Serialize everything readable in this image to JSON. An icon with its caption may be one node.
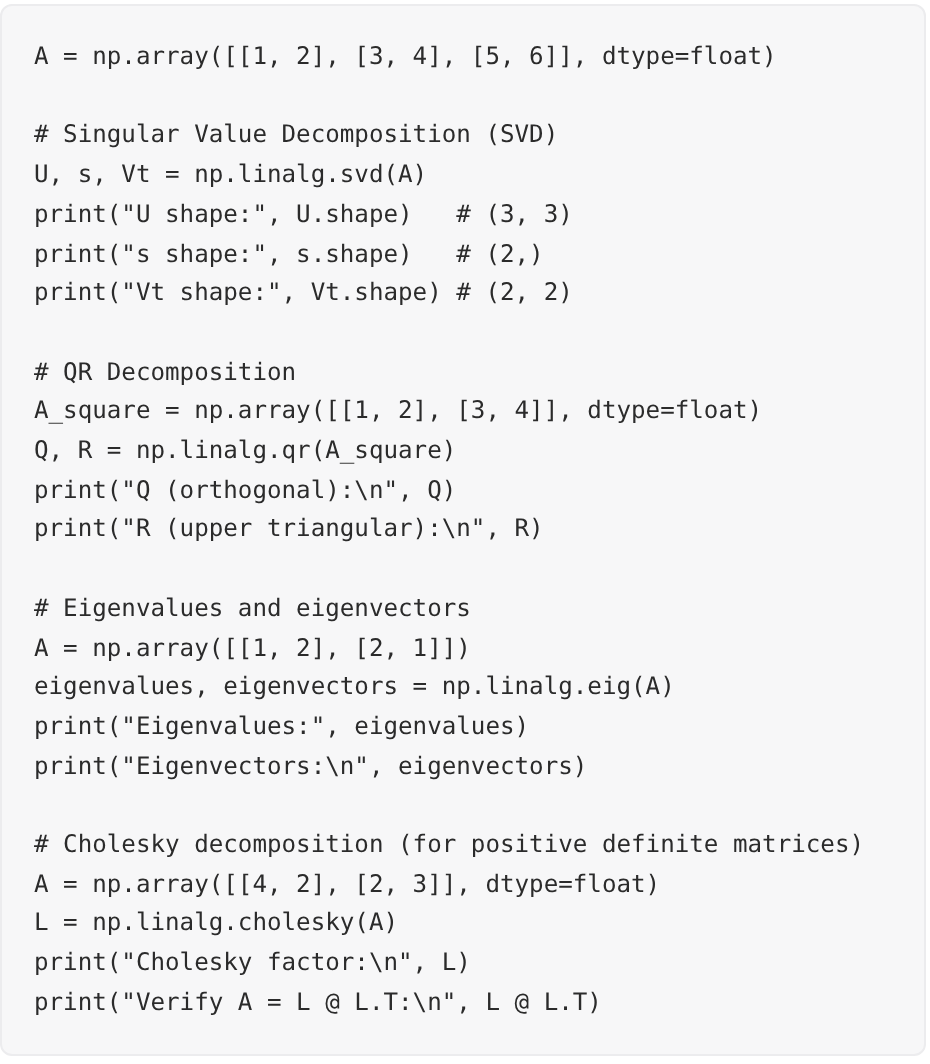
{
  "diagram": {
    "labels": [
      "A = np.array([[1, 2], [3, 4], [5, 6]], dtype=float)",
      "# Singular Value Decomposition (SVD)",
      "U, s, Vt = np.linalg.svd(A)",
      "print(\"U shape:\", U.shape)   # (3, 3)",
      "print(\"s shape:\", s.shape)   # (2,)",
      "print(\"Vt shape:\", Vt.shape) # (2, 2)",
      "# QR Decomposition",
      "A_square = np.array([[1, 2], [3, 4]], dtype=float)",
      "Q, R = np.linalg.qr(A_square)",
      "print(\"Q (orthogonal):\\n\", Q)",
      "print(\"R (upper triangular):\\n\", R)",
      "# Eigenvalues and eigenvectors",
      "A = np.array([[1, 2], [2, 1]])",
      "eigenvalues, eigenvectors = np.linalg.eig(A)",
      "print(\"Eigenvalues:\", eigenvalues)",
      "print(\"Eigenvectors:\\n\", eigenvectors)",
      "# Cholesky decomposition (for positive definite matrices)",
      "A = np.array([[4, 2], [2, 3]], dtype=float)",
      "L = np.linalg.cholesky(A)",
      "print(\"Cholesky factor:\\n\", L)",
      "print(\"Verify A = L @ L.T:\\n\", L @ L.T)"
    ]
  }
}
